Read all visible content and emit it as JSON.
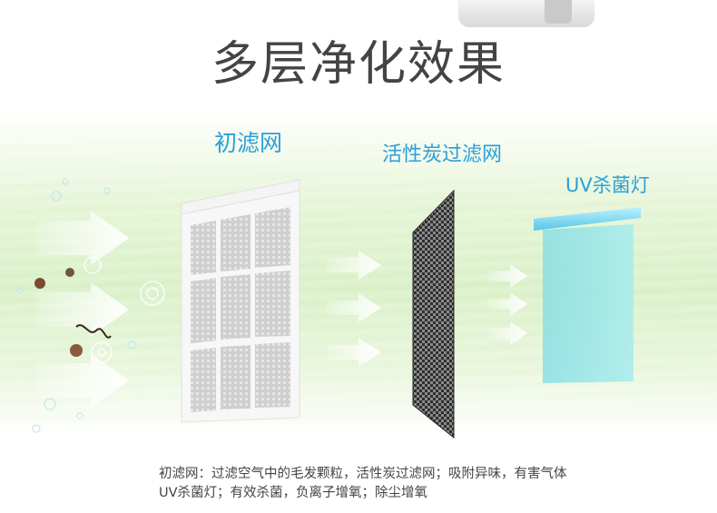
{
  "title": "多层净化效果",
  "labels": {
    "primary_filter": "初滤网",
    "carbon_filter": "活性炭过滤网",
    "uv_lamp": "UV杀菌灯"
  },
  "description": {
    "line1": "初滤网：过滤空气中的毛发颗粒，活性炭过滤网；吸附异味，有害气体",
    "line2": "UV杀菌灯；有效杀菌，负离子增氧；除尘增氧"
  },
  "colors": {
    "title": "#444444",
    "label_blue": "#2a9fd8",
    "band_green": "#c7e8b0",
    "uv_cyan": "#8fe3ea",
    "arrow_white": "#ffffff"
  },
  "icons": [
    "airflow-arrow-icon",
    "dust-particle-icon",
    "hair-fiber-icon",
    "bacteria-icon",
    "bubble-icon"
  ]
}
